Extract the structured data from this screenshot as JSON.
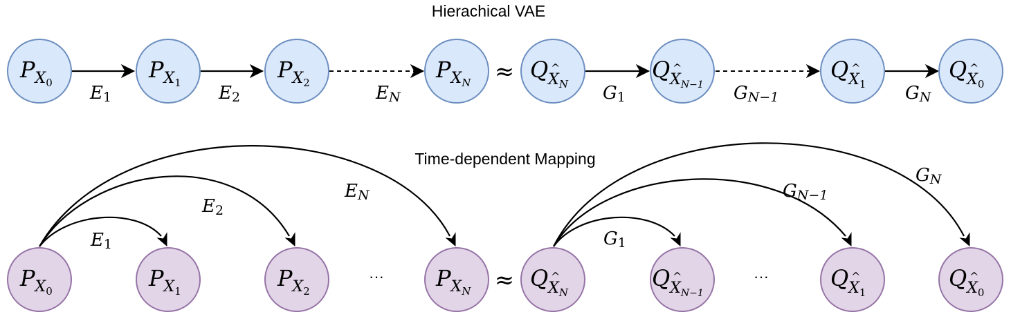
{
  "titles": {
    "top": "Hierachical VAE",
    "bottom": "Time-dependent Mapping"
  },
  "symbols": {
    "approx": "≈",
    "ellipsis": "···"
  },
  "nodes": {
    "p0": {
      "base": "P",
      "sub": "X",
      "subsub": "0",
      "hat": false
    },
    "p1": {
      "base": "P",
      "sub": "X",
      "subsub": "1",
      "hat": false
    },
    "p2": {
      "base": "P",
      "sub": "X",
      "subsub": "2",
      "hat": false
    },
    "pN": {
      "base": "P",
      "sub": "X",
      "subsub": "N",
      "hat": false
    },
    "qN": {
      "base": "Q",
      "sub": "X",
      "subsub": "N",
      "hat": true
    },
    "qN1": {
      "base": "Q",
      "sub": "X",
      "subsub": "N−1",
      "hat": true
    },
    "q1": {
      "base": "Q",
      "sub": "X",
      "subsub": "1",
      "hat": true
    },
    "q0": {
      "base": "Q",
      "sub": "X",
      "subsub": "0",
      "hat": true
    }
  },
  "edge_labels": {
    "E1": {
      "base": "E",
      "sub": "1"
    },
    "E2": {
      "base": "E",
      "sub": "2"
    },
    "EN": {
      "base": "E",
      "sub": "N"
    },
    "G1": {
      "base": "G",
      "sub": "1"
    },
    "GN1": {
      "base": "G",
      "sub": "N−1"
    },
    "GN": {
      "base": "G",
      "sub": "N"
    }
  },
  "colors": {
    "top_fill": "#dae8fc",
    "top_stroke": "#6c8ebf",
    "bottom_fill": "#e1d5e7",
    "bottom_stroke": "#9673a6"
  }
}
